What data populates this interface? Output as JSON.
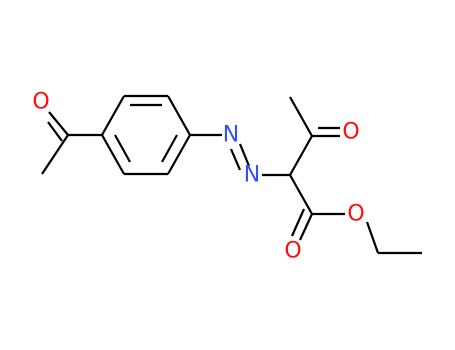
{
  "molecule": {
    "atoms": {
      "o_acetyl": {
        "symbol": "O",
        "color": "#ff0d0d"
      },
      "n_azo_1": {
        "symbol": "N",
        "color": "#3050f8"
      },
      "n_azo_2": {
        "symbol": "N",
        "color": "#3050f8"
      },
      "o_keto": {
        "symbol": "O",
        "color": "#ff0d0d"
      },
      "o_ester_ether": {
        "symbol": "O",
        "color": "#ff0d0d"
      },
      "o_ester_carbonyl": {
        "symbol": "O",
        "color": "#ff0d0d"
      }
    },
    "bond_color": "#000000"
  }
}
